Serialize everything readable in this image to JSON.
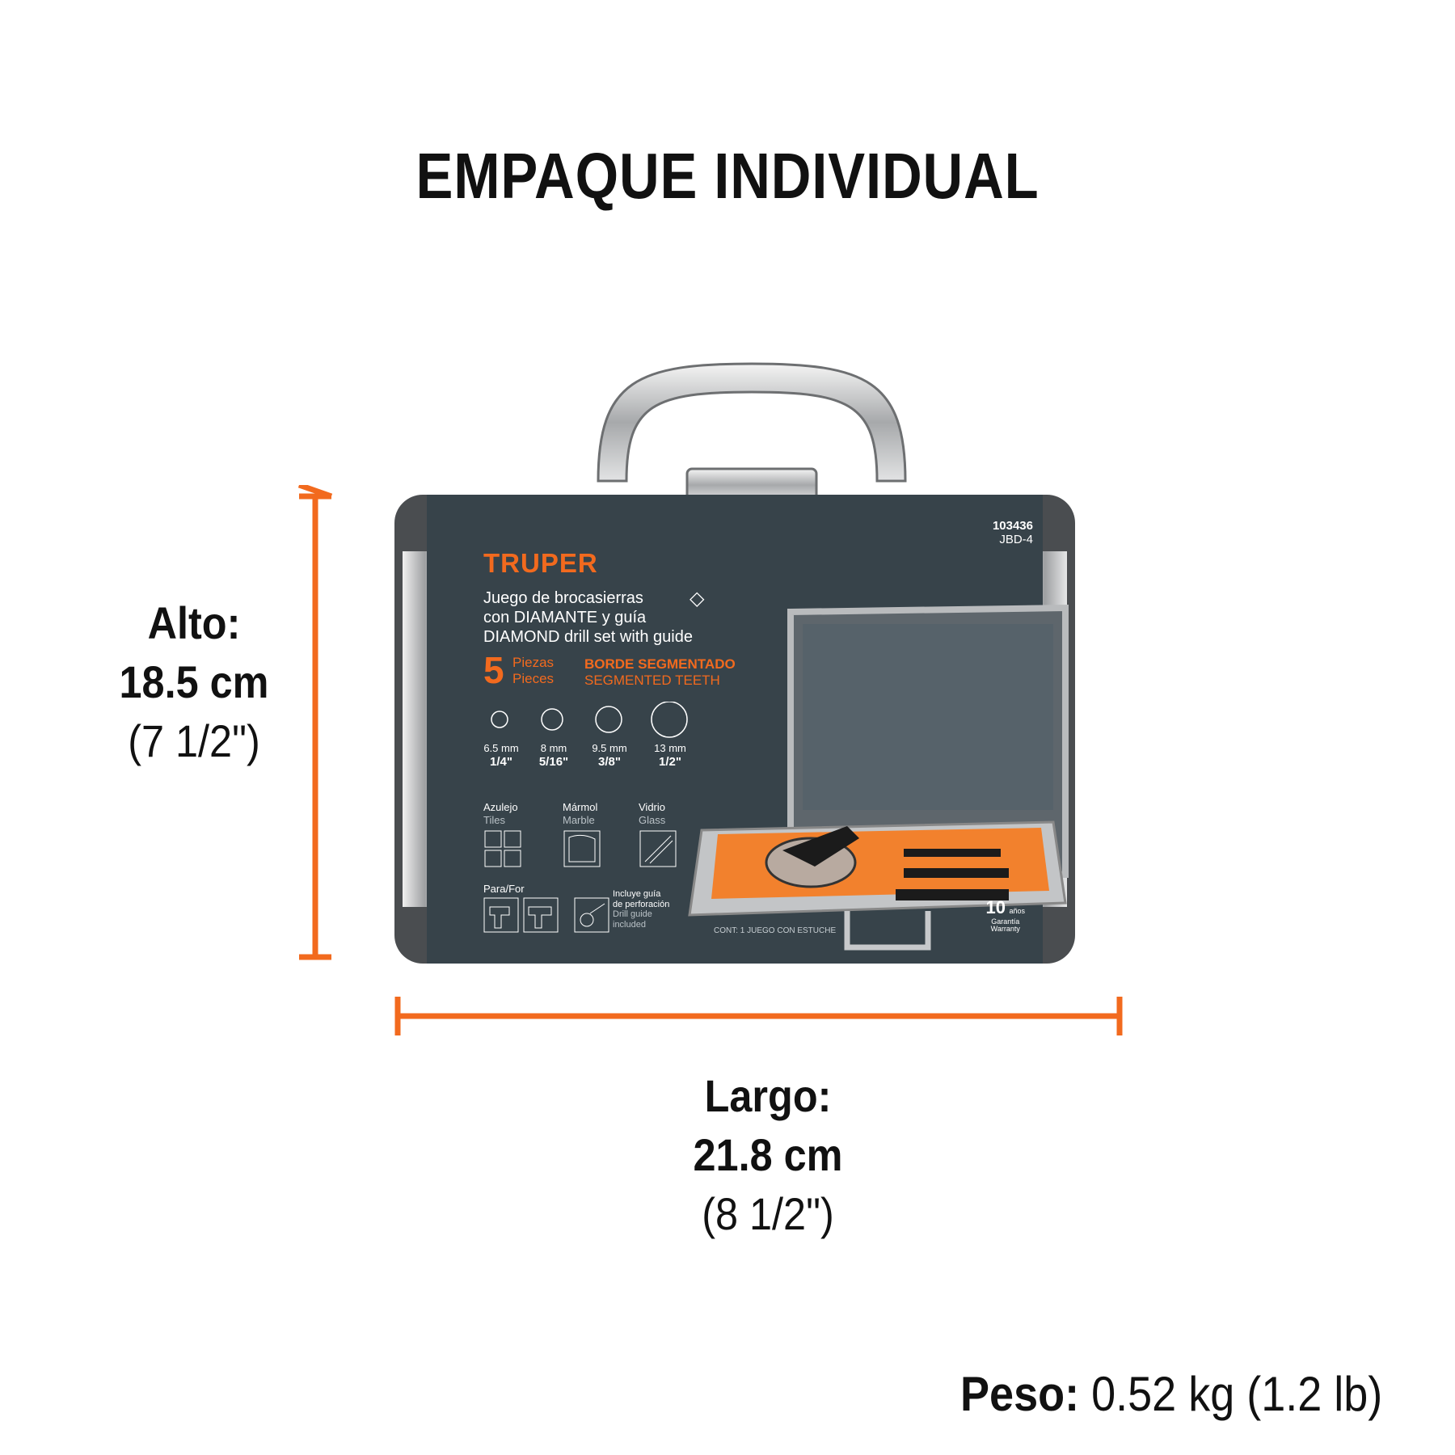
{
  "title": "EMPAQUE INDIVIDUAL",
  "height": {
    "label": "Alto:",
    "metric": "18.5 cm",
    "imperial": "(7 1/2\")"
  },
  "length": {
    "label": "Largo:",
    "metric": "21.8 cm",
    "imperial": "(8 1/2\")"
  },
  "weight": {
    "label": "Peso:",
    "value": "0.52 kg (1.2 lb)"
  },
  "colors": {
    "accent": "#f26a1e",
    "card": "#37434a"
  },
  "product": {
    "brand": "TRUPER",
    "code": "103436",
    "model": "JBD-4",
    "name_es_1": "Juego de brocasierras",
    "name_es_2": "con DIAMANTE y guía",
    "name_en": "DIAMOND drill set with guide",
    "pieces_count": "5",
    "pieces_es": "Piezas",
    "pieces_en": "Pieces",
    "edge_es": "BORDE SEGMENTADO",
    "edge_en": "SEGMENTED TEETH",
    "sizes": [
      {
        "mm": "6.5 mm",
        "inch": "1/4\""
      },
      {
        "mm": "8 mm",
        "inch": "5/16\""
      },
      {
        "mm": "9.5 mm",
        "inch": "3/8\""
      },
      {
        "mm": "13 mm",
        "inch": "1/2\""
      }
    ],
    "materials": [
      {
        "es": "Azulejo",
        "en": "Tiles"
      },
      {
        "es": "Mármol",
        "en": "Marble"
      },
      {
        "es": "Vidrio",
        "en": "Glass"
      }
    ],
    "for_label": "Para/For",
    "guide_text_1": "Incluye guía",
    "guide_text_2": "de perforación",
    "guide_text_3": "Drill guide",
    "guide_text_4": "included",
    "contents": "CONT: 1 JUEGO CON ESTUCHE",
    "warranty_years": "10",
    "warranty_unit": "años",
    "warranty_es": "Garantía",
    "warranty_en": "Warranty"
  }
}
